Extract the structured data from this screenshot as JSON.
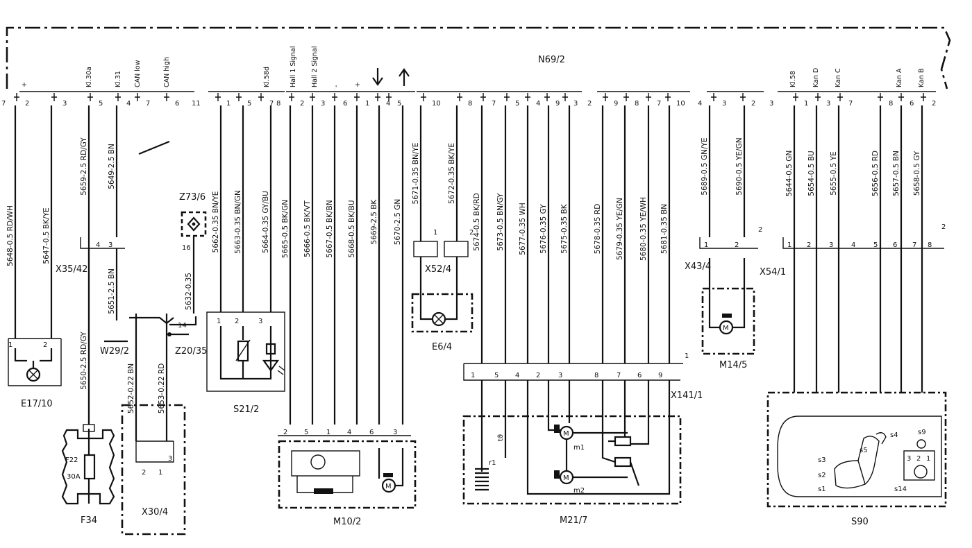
{
  "module": {
    "name": "N69/2",
    "signals": [
      "+",
      "Kl.30a",
      "Kl.31",
      "CAN low",
      "CAN high",
      "Kl.58d",
      "Hall 1 Signal",
      "Hall 2 Signal",
      "-",
      "+",
      "Kl.58",
      "Kan D",
      "Kan C",
      "Kan A",
      "Kan B"
    ]
  },
  "connector_pins": [
    "2",
    "3",
    "5",
    "4",
    "7",
    "6",
    "1",
    "5",
    "7",
    "2",
    "3",
    "6",
    "1",
    "4",
    "5",
    "10",
    "8",
    "7",
    "5",
    "4",
    "9",
    "3",
    "9",
    "8",
    "7",
    "10",
    "3",
    "2",
    "1",
    "3",
    "7",
    "8",
    "6",
    "2"
  ],
  "connector_ids": [
    "7",
    "11",
    "8",
    "2",
    "4",
    "3"
  ],
  "wires": [
    "5648-0.5 RD/WH",
    "5647-0.5 BK/YE",
    "5659-2.5 RD/GY",
    "5649-2.5 BN",
    "5662-0.35 BN/YE",
    "5663-0.35 BN/GN",
    "5664-0.35 GY/BU",
    "5665-0.5 BK/GN",
    "5666-0.5 BK/VT",
    "5667-0.5 BK/BN",
    "5668-0.5 BK/BU",
    "5669-2.5 BK",
    "5670-2.5 GN",
    "5671-0.35 BN/YE",
    "5672-0.35 BK/YE",
    "5674-0.5 BK/RD",
    "5673-0.5 BN/GY",
    "5677-0.35 WH",
    "5676-0.35 GY",
    "5675-0.35 BK",
    "5678-0.35 RD",
    "5679-0.35 YE/GN",
    "5680-0.35 YE/WH",
    "5681-0.35 BN",
    "5689-0.5 GN/YE",
    "5690-0.5 YE/GN",
    "5644-0.5 GN",
    "5654-0.5 BU",
    "5655-0.5 YE",
    "5656-0.5 RD",
    "5657-0.5 BN",
    "5658-0.5 GY",
    "5650-2.5 RD/GY",
    "5651-2.5 BN",
    "5632-0.35",
    "5652-0.22 BN",
    "5653-0.22 RD"
  ],
  "components": [
    "E17/10",
    "F34",
    "X30/4",
    "W29/2",
    "Z20/35",
    "Z73/6",
    "X35/42",
    "S21/2",
    "M10/2",
    "X52/4",
    "E6/4",
    "M21/7",
    "X141/1",
    "X43/4",
    "X54/1",
    "M14/5",
    "S90"
  ],
  "fuse": {
    "name": "F22",
    "rating": "30A"
  },
  "internal_labels": [
    "r1",
    "tϑ",
    "m1",
    "m2",
    "s4",
    "s9",
    "s5",
    "s3",
    "s2",
    "s1",
    "s14"
  ],
  "small_pins": [
    "1",
    "2",
    "4",
    "3",
    "16",
    "14",
    "2",
    "1",
    "3",
    "1",
    "2",
    "3",
    "2",
    "5",
    "1",
    "4",
    "6",
    "3",
    "1",
    "2",
    "1",
    "5",
    "4",
    "2",
    "3",
    "8",
    "7",
    "6",
    "9",
    "1",
    "1",
    "2",
    "2",
    "1",
    "2",
    "3",
    "4",
    "5",
    "6",
    "7",
    "8",
    "2",
    "3",
    "2",
    "1"
  ]
}
